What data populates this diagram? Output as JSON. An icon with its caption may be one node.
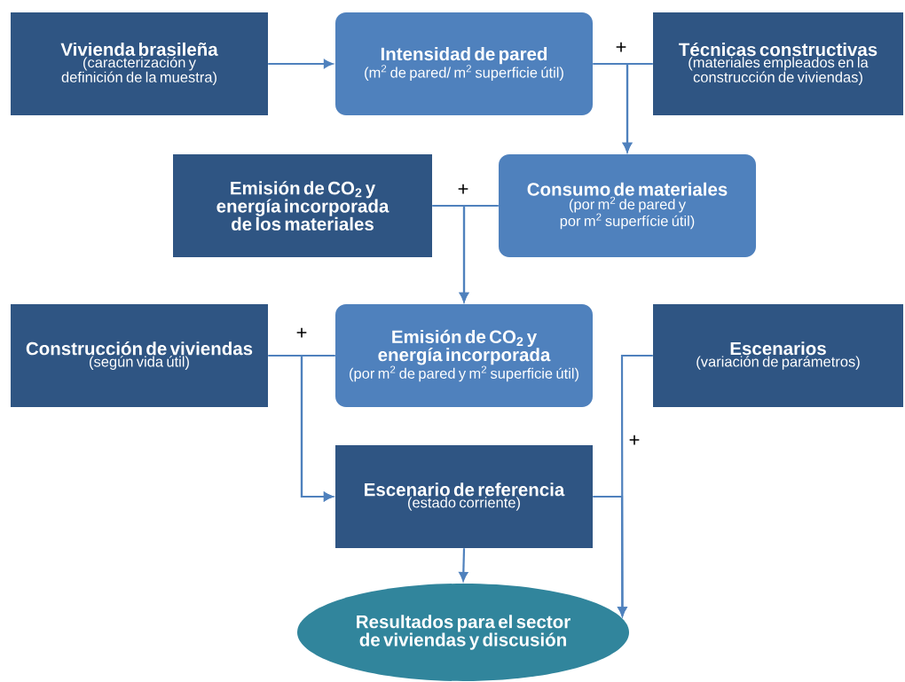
{
  "diagram": {
    "nodes": [
      {
        "text": [
          "Vivienda brasileña",
          "(caracterización y definición de la muestra)"
        ]
      },
      {
        "text": [
          "Intensidad de pared",
          "(m$^{2}$ de pared/ m$^{2}$ superficie útil)"
        ]
      },
      {
        "text": [
          "Técnicas constructivas",
          "(materiales empleados en la construcción de viviendas)"
        ]
      },
      {
        "text": [
          "Emisión de CO$_{2}$ y energía incorporada de los materiales"
        ]
      },
      {
        "text": [
          "Consumo de materiales",
          "(por m$^{2}$ de pared y por m$^{2}$ superfície útil)"
        ]
      },
      {
        "text": [
          "Construcción de viviendas",
          "(según vida útil)"
        ]
      },
      {
        "text": [
          "Emisión de CO$_{2}$ y energía incorporada",
          "(por m$^{2}$ de pared y m$^{2}$ superficie útil)"
        ]
      },
      {
        "text": [
          "Escenarios",
          "(variación de parámetros)"
        ]
      },
      {
        "text": [
          "Escenario de referencia",
          "(estado corriente)"
        ]
      },
      {
        "text": [
          "Resultados para el sector de viviendas y discusión"
        ]
      }
    ],
    "edges": [
      {
        "from": 0,
        "to": 1,
        "arrow": "to"
      },
      {
        "from": 1,
        "to": 4,
        "arrow": "to"
      },
      {
        "from": 2,
        "to": 4,
        "arrow": "to"
      },
      {
        "from": 3,
        "to": 6,
        "arrow": "to"
      },
      {
        "from": 4,
        "to": 6,
        "arrow": "to"
      },
      {
        "from": 5,
        "to": 8,
        "arrow": "to"
      },
      {
        "from": 6,
        "to": 8,
        "arrow": "to"
      },
      {
        "from": 8,
        "to": 9,
        "arrow": "to"
      },
      {
        "from": 8,
        "to": 9,
        "arrow": "to"
      },
      {
        "from": 7,
        "to": 9,
        "arrow": "to"
      }
    ],
    "labels": [
      "+",
      "+",
      "+",
      "+"
    ]
  }
}
